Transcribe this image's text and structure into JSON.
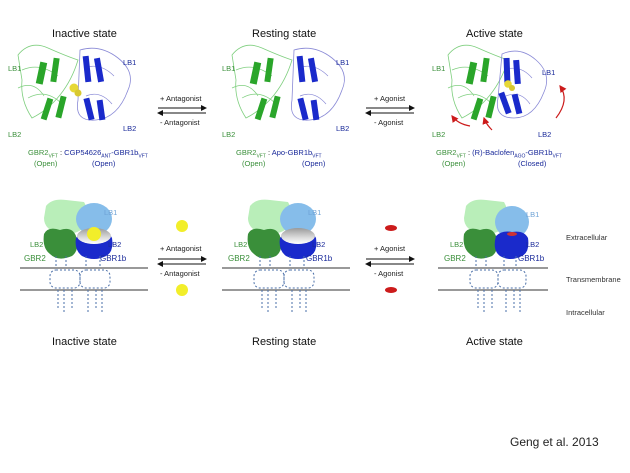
{
  "top_row": {
    "panels": [
      {
        "title": "Inactive state",
        "labels": {
          "green_top": "LB1",
          "green_bottom": "LB2",
          "blue_top": "LB1",
          "blue_bottom": "LB2"
        },
        "caption": {
          "gbr2": "GBR2",
          "gbr2_sub": "VFT",
          "sep": " : ",
          "ligand": "CGP54626",
          "ligand_sub": "ANT",
          "gbr1b": "-GBR1b",
          "gbr1b_sub": "VFT",
          "gbr2_state": "(Open)",
          "gbr1b_state": "(Open)"
        }
      },
      {
        "title": "Resting state",
        "labels": {
          "green_top": "LB1",
          "green_bottom": "LB2",
          "blue_top": "LB1",
          "blue_bottom": "LB2"
        },
        "caption": {
          "gbr2": "GBR2",
          "gbr2_sub": "VFT",
          "sep": " : ",
          "ligand": "Apo-GBR1b",
          "ligand_sub": "VFT",
          "gbr1b": "",
          "gbr1b_sub": "",
          "gbr2_state": "(Open)",
          "gbr1b_state": "(Open)"
        }
      },
      {
        "title": "Active state",
        "labels": {
          "green_top": "LB1",
          "green_bottom": "LB2",
          "blue_top": "LB1",
          "blue_bottom": "LB2"
        },
        "caption": {
          "gbr2": "GBR2",
          "gbr2_sub": "VFT",
          "sep": " : ",
          "ligand": "(R)-Baclofen",
          "ligand_sub": "AGO",
          "gbr1b": "-GBR1b",
          "gbr1b_sub": "VFT",
          "gbr2_state": "(Open)",
          "gbr1b_state": "(Closed)"
        }
      }
    ],
    "arrows": [
      {
        "forward": "+ Antagonist",
        "reverse": "- Antagonist"
      },
      {
        "forward": "+ Agonist",
        "reverse": "- Agonist"
      }
    ]
  },
  "bottom_row": {
    "panels": [
      {
        "title": "Inactive state",
        "lb1": "LB1",
        "lb2_green": "LB2",
        "lb2_blue": "LB2",
        "gbr2": "GBR2",
        "gbr1b": "GBR1b"
      },
      {
        "title": "Resting state",
        "lb1": "LB1",
        "lb2_green": "LB2",
        "lb2_blue": "LB2",
        "gbr2": "GBR2",
        "gbr1b": "GBR1b"
      },
      {
        "title": "Active state",
        "lb1": "LB1",
        "lb2_green": "LB2",
        "lb2_blue": "LB2",
        "gbr2": "GBR2",
        "gbr1b": "GBR1b"
      }
    ],
    "arrows": [
      {
        "forward": "+ Antagonist",
        "reverse": "- Antagonist"
      },
      {
        "forward": "+ Agonist",
        "reverse": "- Agonist"
      }
    ],
    "regions": {
      "extracellular": "Extracellular",
      "transmembrane": "Transmembrane",
      "intracellular": "Intracellular"
    }
  },
  "citation": "Geng et al. 2013",
  "colors": {
    "gbr2_green": "#3a8f3a",
    "gbr2_light_green": "#b9eeb9",
    "gbr1b_blue": "#1a2acb",
    "gbr1b_light_blue": "#86bdea",
    "antagonist_yellow": "#f2ee2a",
    "agonist_red": "#cc1b1b"
  }
}
